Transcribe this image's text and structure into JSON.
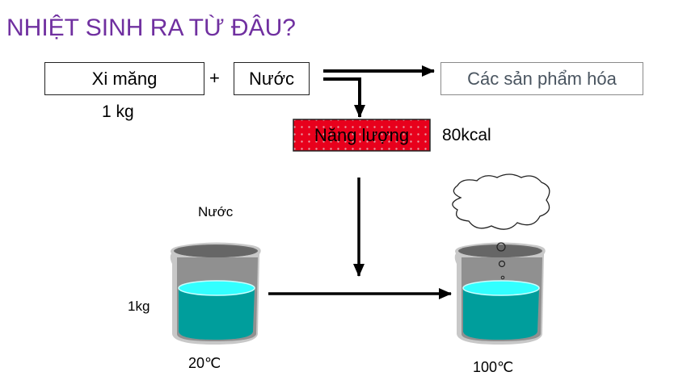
{
  "title": "NHIỆT SINH RA TỪ ĐÂU?",
  "cement_box": "Xi măng",
  "plus": "+",
  "water_box": "Nước",
  "products_box": "Các sản phẩm hóa",
  "cement_mass": "1 kg",
  "energy_box": "Năng lượng",
  "energy_value": "80kcal",
  "water_label": "Nước",
  "water_mass": "1kg",
  "temp_start": "20℃",
  "temp_end": "100℃",
  "colors": {
    "title": "#7030a0",
    "energy": "#e8001c",
    "water": "#009e9c",
    "water_top": "#33ffff"
  }
}
